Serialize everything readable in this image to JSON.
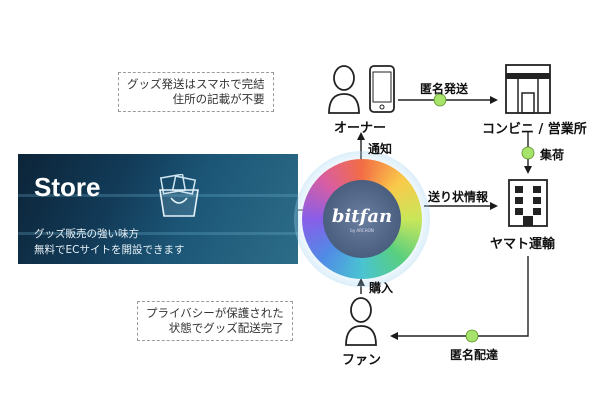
{
  "store": {
    "title": "Store",
    "line1": "グッズ販売の強い味方",
    "line2": "無料でECサイトを開設できます"
  },
  "hub": {
    "logo": "bitfan",
    "logo_sub": "by ARCHON"
  },
  "nodes": {
    "owner": "オーナー",
    "conveni": "コンビニ / 営業所",
    "yamato": "ヤマト運輸",
    "fan": "ファン"
  },
  "edges": {
    "anon_send": "匿名発送",
    "pickup": "集荷",
    "notify": "通知",
    "label_info": "送り状情報",
    "purchase": "購入",
    "anon_delivery": "匿名配達"
  },
  "notes": {
    "owner_note": [
      "グッズ発送はスマホで完結",
      "住所の記載が不要"
    ],
    "fan_note": [
      "プライバシーが保護された",
      "状態でグッズ配送完了"
    ]
  },
  "colors": {
    "arrow": "#1a1a1a",
    "dot": "#a6e36a",
    "line": "#222222"
  }
}
